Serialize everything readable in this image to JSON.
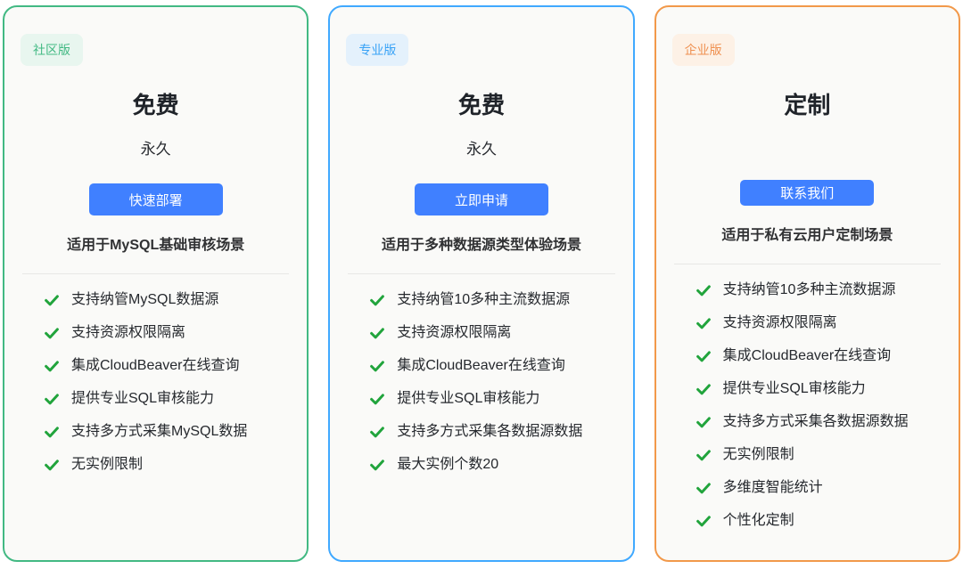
{
  "colors": {
    "accent_green": "#42b983",
    "accent_blue": "#40a9ff",
    "accent_orange": "#f2994a",
    "badge_green_bg": "#e8f6ef",
    "badge_blue_bg": "#e4f1fc",
    "badge_orange_bg": "#fdf1e6",
    "button_blue": "#4080ff",
    "button_text": "#ffffff",
    "check_green": "#21a43c",
    "card_bg": "#fafaf8",
    "divider": "#e7e7e5",
    "text_dark": "#1f2329"
  },
  "cards": [
    {
      "badge": "社区版",
      "title": "免费",
      "subtitle": "永久",
      "button_label": "快速部署",
      "description": "适用于MySQL基础审核场景",
      "features": [
        "支持纳管MySQL数据源",
        "支持资源权限隔离",
        "集成CloudBeaver在线查询",
        "提供专业SQL审核能力",
        "支持多方式采集MySQL数据",
        "无实例限制"
      ]
    },
    {
      "badge": "专业版",
      "title": "免费",
      "subtitle": "永久",
      "button_label": "立即申请",
      "description": "适用于多种数据源类型体验场景",
      "features": [
        "支持纳管10多种主流数据源",
        "支持资源权限隔离",
        "集成CloudBeaver在线查询",
        "提供专业SQL审核能力",
        "支持多方式采集各数据源数据",
        "最大实例个数20"
      ]
    },
    {
      "badge": "企业版",
      "title": "定制",
      "subtitle": "",
      "button_label": "联系我们",
      "description": "适用于私有云用户定制场景",
      "features": [
        "支持纳管10多种主流数据源",
        "支持资源权限隔离",
        "集成CloudBeaver在线查询",
        "提供专业SQL审核能力",
        "支持多方式采集各数据源数据",
        "无实例限制",
        "多维度智能统计",
        "个性化定制"
      ]
    }
  ]
}
